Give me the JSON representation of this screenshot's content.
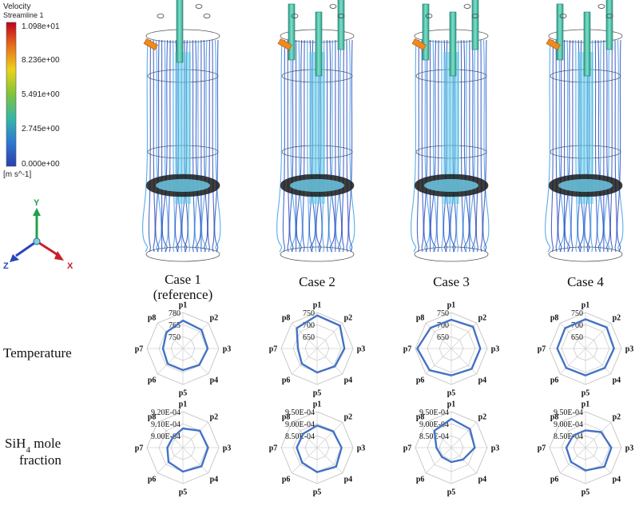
{
  "legend": {
    "title": "Velocity",
    "subtitle": "Streamline 1",
    "ticks": [
      "1.098e+01",
      "8.236e+00",
      "5.491e+00",
      "2.745e+00",
      "0.000e+00"
    ],
    "unit": "[m s^-1]",
    "colors": [
      "#c0001f",
      "#e8731a",
      "#ecd21a",
      "#7fc43d",
      "#33b6a8",
      "#2f7ad0",
      "#2a3fb0"
    ]
  },
  "axes_triad": {
    "y": "Y",
    "z": "Z",
    "x": "X",
    "colors": {
      "y": "#21a04a",
      "z": "#2a45b8",
      "x": "#c8202a"
    }
  },
  "cases": [
    {
      "label_line1": "Case 1",
      "label_line2": "(reference)"
    },
    {
      "label_line1": "Case 2",
      "label_line2": ""
    },
    {
      "label_line1": "Case 3",
      "label_line2": ""
    },
    {
      "label_line1": "Case 4",
      "label_line2": ""
    }
  ],
  "rows": {
    "temperature": "Temperature",
    "sih4_prefix": "SiH",
    "sih4_sub": "4",
    "sih4_suffix": " mole",
    "sih4_line2": "fraction"
  },
  "spokes": [
    "p1",
    "p2",
    "p3",
    "p4",
    "p5",
    "p6",
    "p7",
    "p8"
  ],
  "chart_data": [
    {
      "type": "radar",
      "name": "temp-case1",
      "ticks": [
        "780",
        "765",
        "750"
      ],
      "range": [
        735,
        780
      ],
      "values": [
        770,
        768,
        766,
        764,
        762,
        762,
        760,
        764
      ]
    },
    {
      "type": "radar",
      "name": "temp-case2",
      "ticks": [
        "750",
        "700",
        "650"
      ],
      "range": [
        600,
        750
      ],
      "values": [
        738,
        735,
        714,
        705,
        700,
        690,
        680,
        720
      ]
    },
    {
      "type": "radar",
      "name": "temp-case3",
      "ticks": [
        "750",
        "700",
        "650"
      ],
      "range": [
        600,
        750
      ],
      "values": [
        720,
        728,
        721,
        720,
        712,
        728,
        742,
        722
      ]
    },
    {
      "type": "radar",
      "name": "temp-case4",
      "ticks": [
        "750",
        "700",
        "650"
      ],
      "range": [
        600,
        750
      ],
      "values": [
        722,
        725,
        719,
        714,
        712,
        714,
        718,
        720
      ]
    },
    {
      "type": "radar",
      "name": "sih4-case1",
      "ticks": [
        "9.20E-04",
        "9.10E-04",
        "9.00E-04"
      ],
      "range": [
        0.00089,
        0.00092
      ],
      "values": [
        0.000906,
        0.00091,
        0.000911,
        0.000912,
        0.00091,
        0.000907,
        0.000903,
        0.000902
      ]
    },
    {
      "type": "radar",
      "name": "sih4-case2",
      "ticks": [
        "9.50E-04",
        "9.00E-04",
        "8.50E-04"
      ],
      "range": [
        0.0008,
        0.00095
      ],
      "values": [
        0.000892,
        0.000895,
        0.000902,
        0.000912,
        0.000902,
        0.000888,
        0.000885,
        0.000882
      ]
    },
    {
      "type": "radar",
      "name": "sih4-case3",
      "ticks": [
        "9.50E-04",
        "9.00E-04",
        "8.50E-04"
      ],
      "range": [
        0.0008,
        0.00095
      ],
      "values": [
        0.00092,
        0.00091,
        0.000898,
        0.00087,
        0.00086,
        0.000855,
        0.000862,
        0.0009
      ]
    },
    {
      "type": "radar",
      "name": "sih4-case4",
      "ticks": [
        "9.50E-04",
        "9.00E-04",
        "8.50E-04"
      ],
      "range": [
        0.0008,
        0.00095
      ],
      "values": [
        0.000872,
        0.000892,
        0.000908,
        0.000912,
        0.000895,
        0.000885,
        0.00088,
        0.000872
      ]
    }
  ]
}
